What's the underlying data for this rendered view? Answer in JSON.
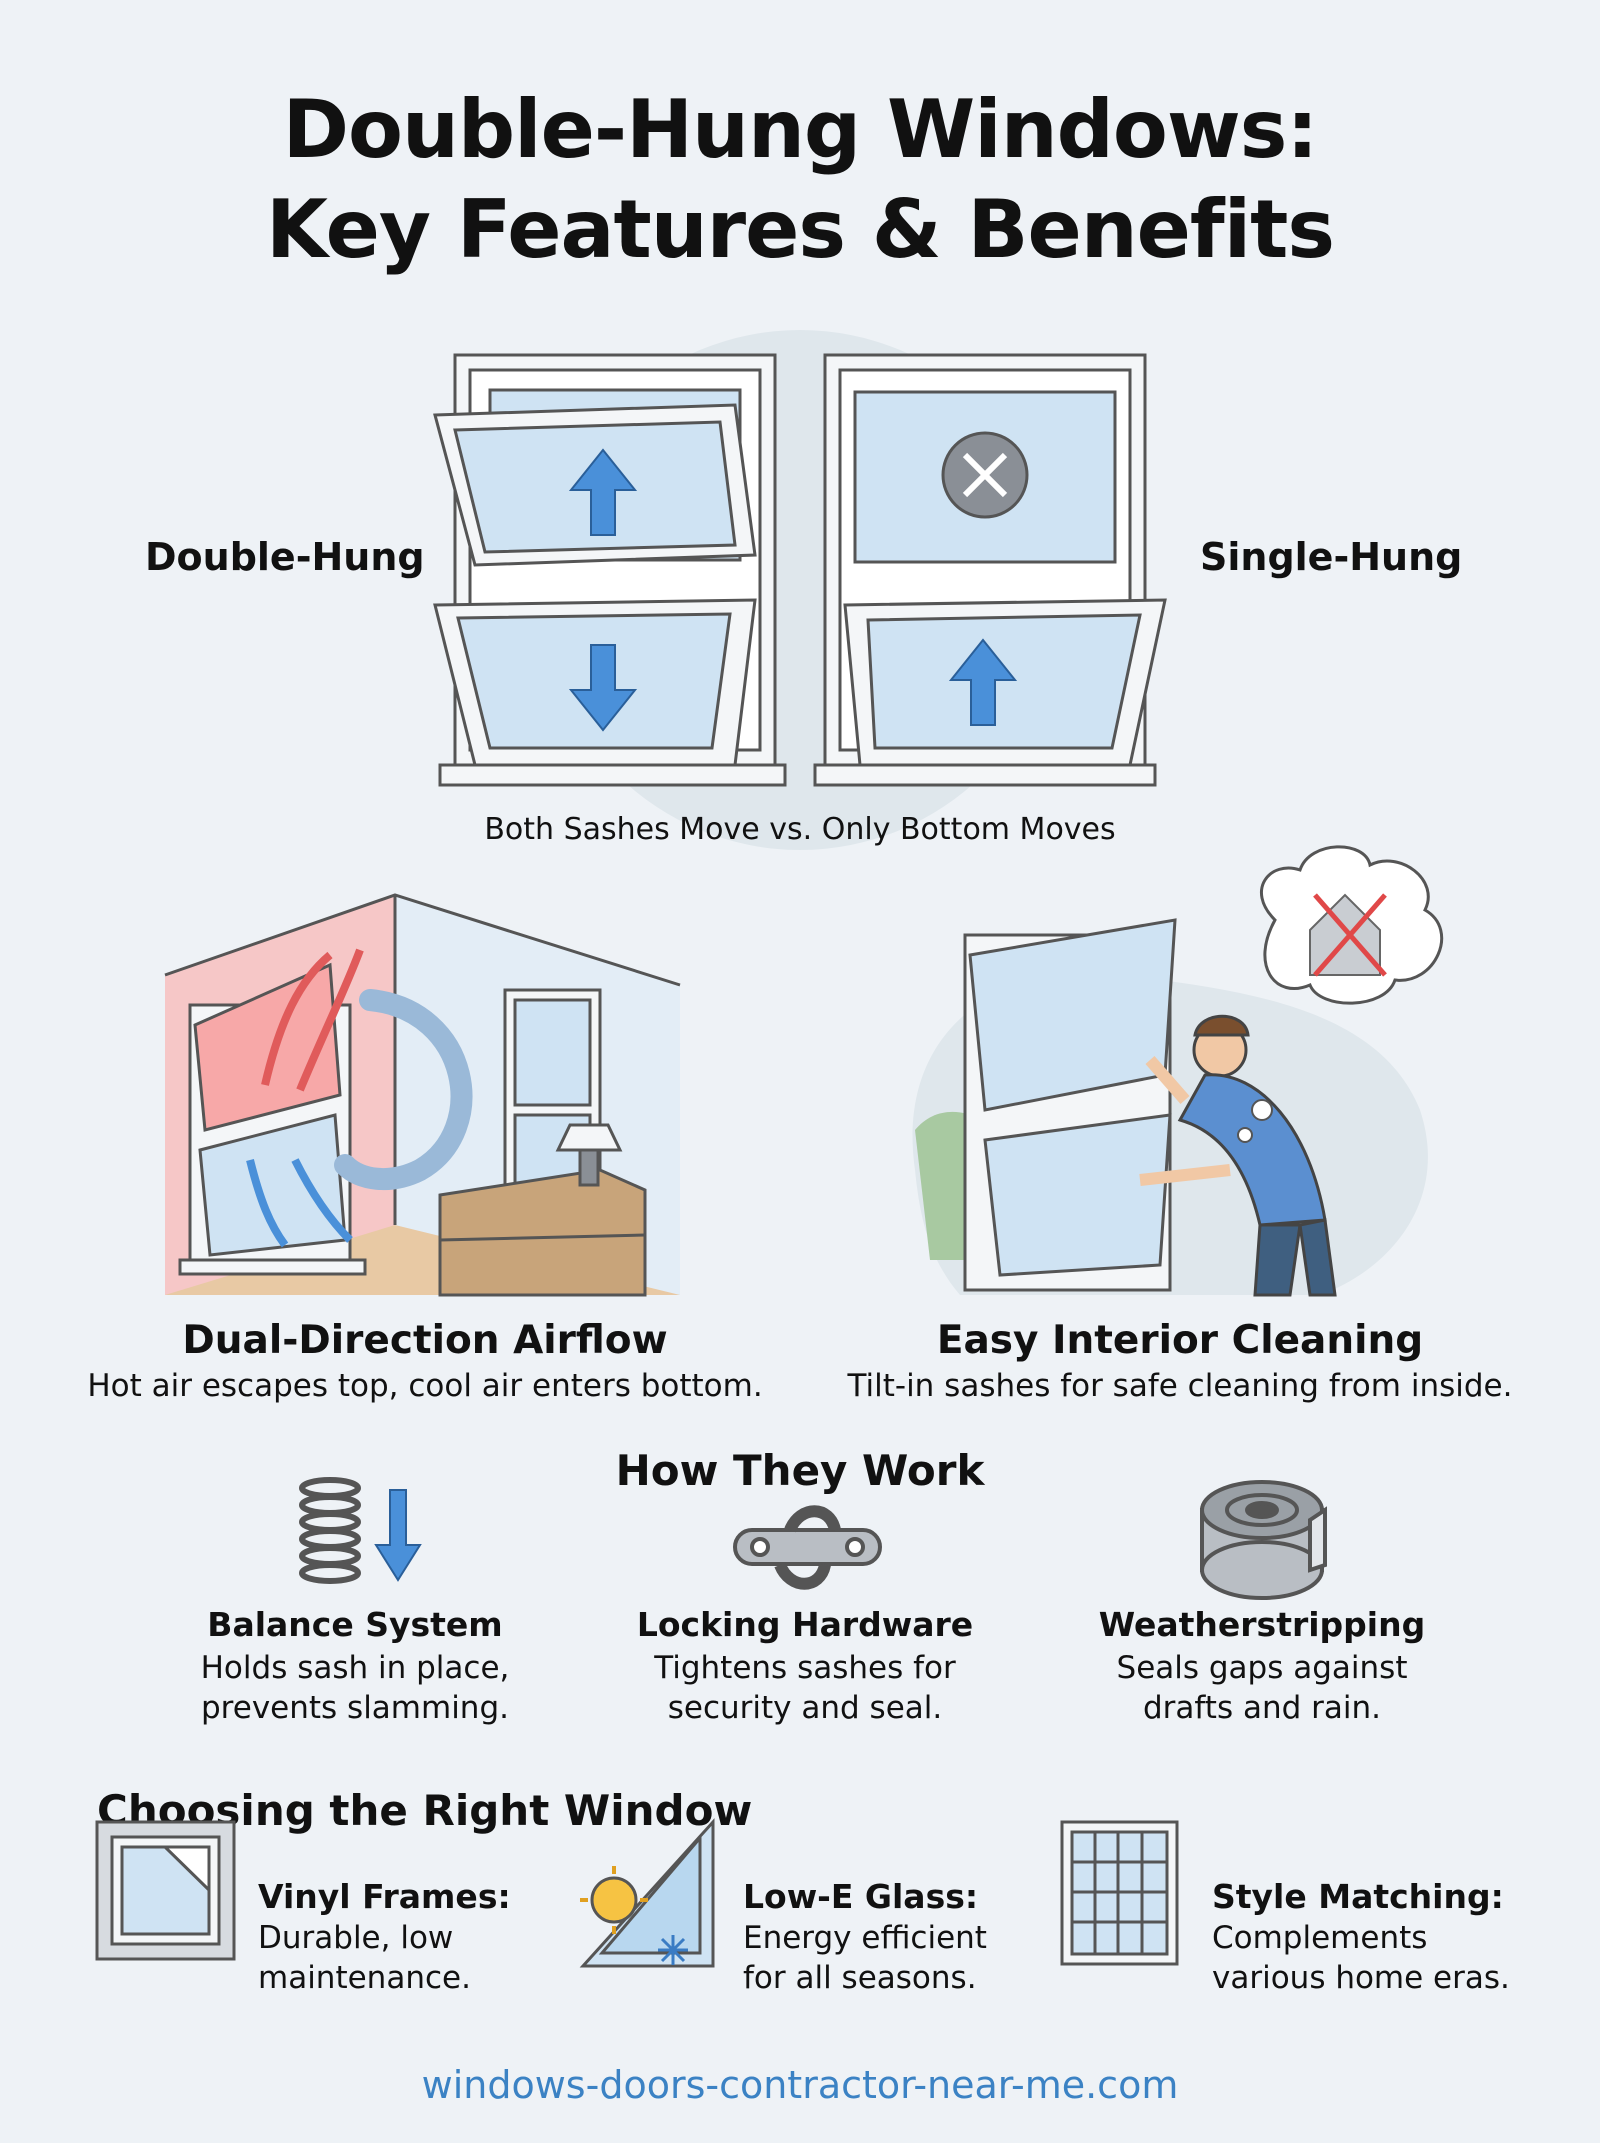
{
  "title": {
    "line1": "Double-Hung Windows:",
    "line2": "Key Features & Benefits"
  },
  "comparison": {
    "left_label": "Double-Hung",
    "right_label": "Single-Hung",
    "caption": "Both Sashes Move vs. Only Bottom Moves"
  },
  "features": [
    {
      "title": "Dual-Direction Airflow",
      "desc": "Hot air escapes top, cool air enters bottom."
    },
    {
      "title": "Easy Interior Cleaning",
      "desc": "Tilt-in sashes for safe cleaning from inside."
    }
  ],
  "how_they_work": {
    "heading": "How They Work",
    "items": [
      {
        "title": "Balance System",
        "desc_line1": "Holds sash in place,",
        "desc_line2": "prevents slamming.",
        "icon": "spring-icon"
      },
      {
        "title": "Locking Hardware",
        "desc_line1": "Tightens sashes for",
        "desc_line2": "security and seal.",
        "icon": "lock-hardware-icon"
      },
      {
        "title": "Weatherstripping",
        "desc_line1": "Seals gaps against",
        "desc_line2": "drafts and rain.",
        "icon": "weatherstrip-roll-icon"
      }
    ]
  },
  "choosing": {
    "heading": "Choosing the Right Window",
    "items": [
      {
        "title": "Vinyl Frames:",
        "desc_line1": "Durable, low",
        "desc_line2": "maintenance.",
        "icon": "vinyl-frame-icon"
      },
      {
        "title": "Low-E Glass:",
        "desc_line1": "Energy efficient",
        "desc_line2": "for all seasons.",
        "icon": "sun-snow-glass-icon"
      },
      {
        "title": "Style Matching:",
        "desc_line1": "Complements",
        "desc_line2": "various home eras.",
        "icon": "grid-window-icon"
      }
    ]
  },
  "footer": "windows-doors-contractor-near-me.com",
  "colors": {
    "background": "#eef2f6",
    "glass": "#cfe3f3",
    "arrow_blue": "#4a90d9",
    "warm_red": "#f08a8a",
    "footer_blue": "#3b82c4"
  }
}
